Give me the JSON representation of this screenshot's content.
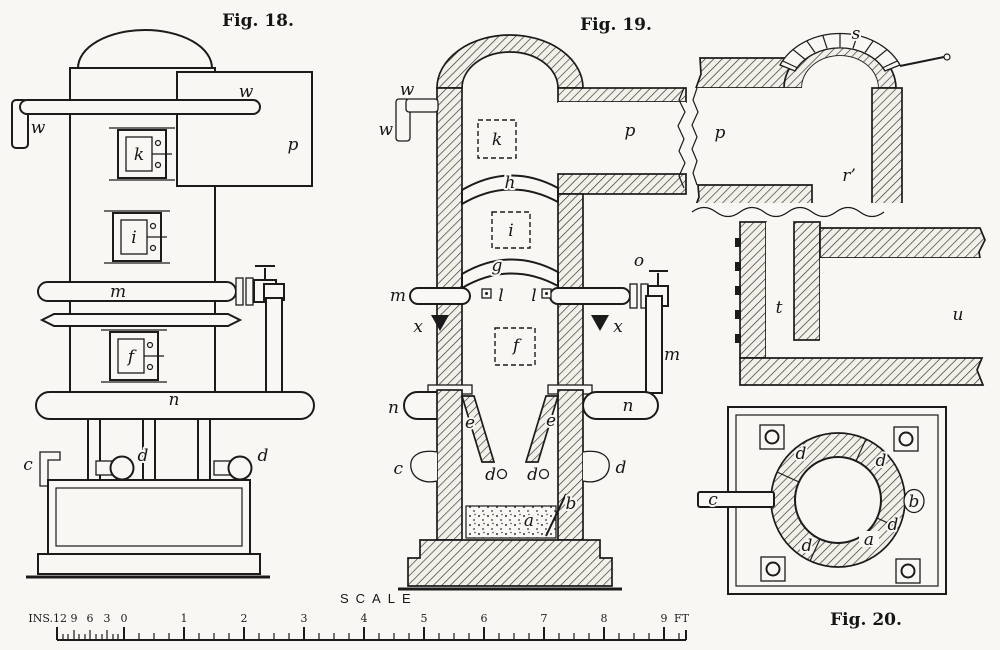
{
  "fig18": {
    "caption": "Fig. 18.",
    "labels": {
      "w_left": "w",
      "w_pipe": "w",
      "p": "p",
      "k": "k",
      "i": "i",
      "m": "m",
      "f": "f",
      "n": "n",
      "c": "c",
      "d_left": "d",
      "d_right": "d"
    }
  },
  "fig19": {
    "caption": "Fig. 19.",
    "labels": {
      "w_top": "w",
      "w_bottom": "w",
      "k": "k",
      "p": "p",
      "h": "h",
      "i": "i",
      "g": "g",
      "m_left": "m",
      "m_right": "m",
      "o": "o",
      "l_left": "l",
      "l_right": "l",
      "x_left": "x",
      "x_right": "x",
      "f": "f",
      "n_left": "n",
      "n_right": "n",
      "e_left": "e",
      "e_right": "e",
      "c": "c",
      "d_inner_left": "d",
      "d_inner_right": "d",
      "d_outer": "d",
      "b": "b",
      "a": "a"
    }
  },
  "flue_section": {
    "labels": {
      "s": "s",
      "p": "p",
      "r_prime": "r’",
      "t": "t",
      "u": "u"
    }
  },
  "fig20": {
    "caption": "Fig. 20.",
    "labels": {
      "c": "c",
      "b": "b",
      "a": "a",
      "d_top_left": "d",
      "d_top_right": "d",
      "d_bottom_left": "d",
      "d_bottom_right": "d"
    }
  },
  "scale_bar": {
    "title": "SCALE",
    "inches_label": "INS.",
    "inch_marks": [
      "12",
      "9",
      "6",
      "3",
      "0"
    ],
    "feet_marks": [
      "1",
      "2",
      "3",
      "4",
      "5",
      "6",
      "7",
      "8",
      "9"
    ],
    "unit": "FT"
  }
}
